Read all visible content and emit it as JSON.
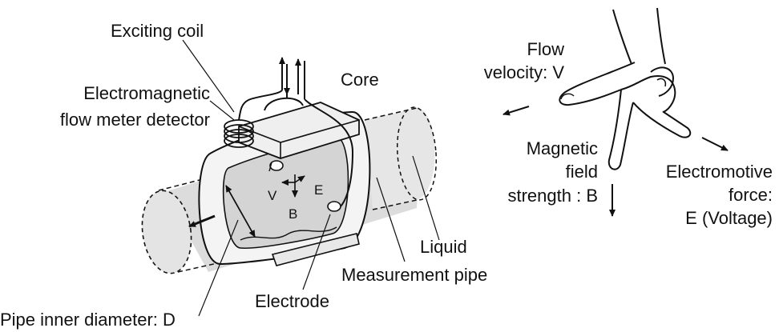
{
  "labels": {
    "exciting_coil": "Exciting coil",
    "core": "Core",
    "detector_line1": "Electromagnetic",
    "detector_line2": "flow meter detector",
    "liquid": "Liquid",
    "measurement_pipe": "Measurement pipe",
    "electrode": "Electrode",
    "pipe_inner_diameter": "Pipe inner diameter: D",
    "vector_v": "V",
    "vector_e": "E",
    "vector_b": "B",
    "flow_velocity_line1": "Flow",
    "flow_velocity_line2": "velocity: V",
    "magnetic_line1": "Magnetic",
    "magnetic_line2": "field",
    "magnetic_line3": "strength : B",
    "emf_line1": "Electromotive",
    "emf_line2": "force:",
    "emf_line3": "E (Voltage)"
  },
  "colors": {
    "ink": "#111111",
    "pipe_fill": "#d9d9d9",
    "pipe_shade": "#c2c2c2",
    "device_fill": "#f2f2f2"
  }
}
